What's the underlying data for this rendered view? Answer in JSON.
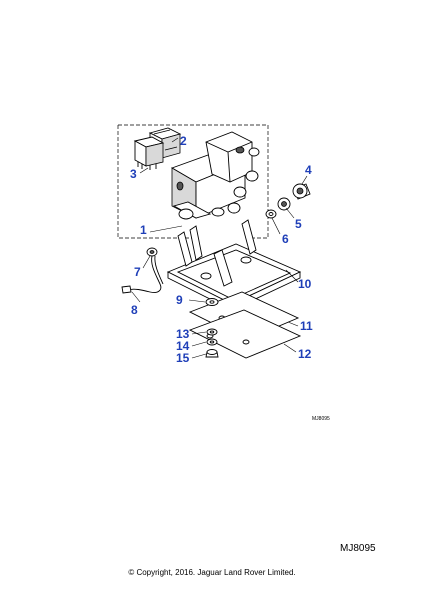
{
  "callouts": [
    "1",
    "2",
    "3",
    "4",
    "5",
    "6",
    "7",
    "8",
    "9",
    "10",
    "11",
    "12",
    "13",
    "14",
    "15"
  ],
  "drawing_ref_small": "MJ8095",
  "drawing_ref": "MJ8095",
  "copyright": "© Copyright, 2016. Jaguar Land Rover Limited."
}
